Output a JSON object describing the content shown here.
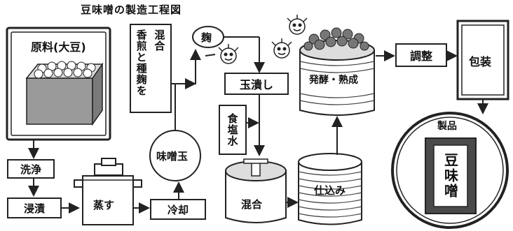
{
  "title": "豆味噌の製造工程図",
  "steps": {
    "raw_material": "原料(大豆)",
    "wash": "洗浄",
    "soak": "浸漬",
    "steam": "蒸す",
    "cool": "冷却",
    "miso_ball": "味噌玉",
    "mix_koji_top": "香煎と種麹を",
    "mix_koji_side": "混合",
    "koji": "麹",
    "crush": "玉潰し",
    "salt_water": "食塩水",
    "mix": "混合",
    "charge": "仕込み",
    "ferment": "発酵・熟成",
    "adjust": "調整",
    "package": "包装",
    "product": "製品",
    "product_label": "豆味噌"
  },
  "colors": {
    "line": "#222222",
    "fill_dark": "#555555",
    "background": "#ffffff"
  }
}
